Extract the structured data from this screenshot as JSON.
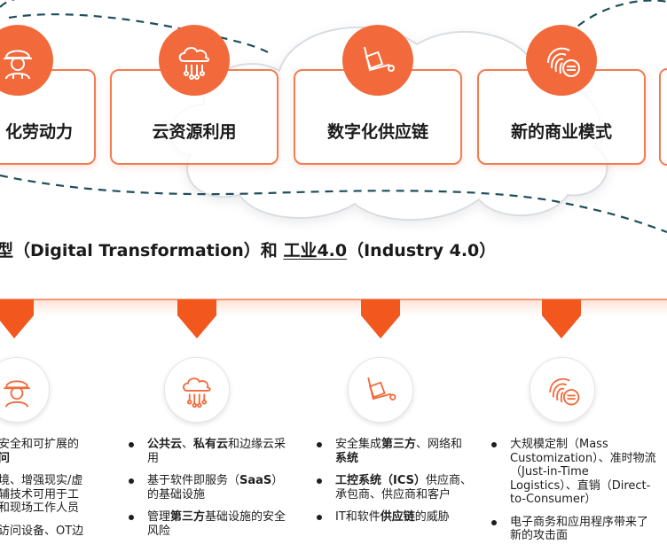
{
  "cards": [
    {
      "label": "化劳动力",
      "icon": "worker-icon"
    },
    {
      "label": "云资源利用",
      "icon": "cloud-network-icon"
    },
    {
      "label": "数字化供应链",
      "icon": "hand-truck-icon"
    },
    {
      "label": "新的商业模式",
      "icon": "fingerprint-icon"
    }
  ],
  "heading": {
    "part1": "型（Digital Transformation）和 ",
    "part2": "工业4.0",
    "part3": "（Industry 4.0）"
  },
  "columns": [
    {
      "icon": "worker-icon",
      "items": [
        {
          "segments": [
            {
              "t": "安全和可扩展的"
            },
            {
              "t": "问",
              "b": true
            }
          ],
          "dot": false
        },
        {
          "segments": [
            {
              "t": "境、增强现实/虚"
            },
            {
              "t": "辅技术可用于工"
            },
            {
              "t": "和现场工作人员"
            }
          ],
          "dot": false,
          "multiline": true
        },
        {
          "segments": [
            {
              "t": "访问设备、OT边"
            }
          ],
          "dot": false
        }
      ]
    },
    {
      "icon": "cloud-network-icon",
      "items": [
        {
          "segments": [
            {
              "t": "公共云",
              "b": true
            },
            {
              "t": "、"
            },
            {
              "t": "私有云",
              "b": true
            },
            {
              "t": "和边缘云采用"
            }
          ]
        },
        {
          "segments": [
            {
              "t": "基于软件即服务（"
            },
            {
              "t": "SaaS",
              "b": true
            },
            {
              "t": "）的基础设施"
            }
          ]
        },
        {
          "segments": [
            {
              "t": "管理"
            },
            {
              "t": "第三方",
              "b": true
            },
            {
              "t": "基础设施的安全风险"
            }
          ]
        }
      ]
    },
    {
      "icon": "hand-truck-icon",
      "items": [
        {
          "segments": [
            {
              "t": "安全集成"
            },
            {
              "t": "第三方",
              "b": true
            },
            {
              "t": "、网络和"
            },
            {
              "t": "系统",
              "b": true
            }
          ]
        },
        {
          "segments": [
            {
              "t": "工控系统（ICS）",
              "b": true
            },
            {
              "t": "供应商、承包商、供应商和客户"
            }
          ]
        },
        {
          "segments": [
            {
              "t": "IT和软件"
            },
            {
              "t": "供应链",
              "b": true
            },
            {
              "t": "的威胁"
            }
          ]
        }
      ]
    },
    {
      "icon": "fingerprint-icon",
      "items": [
        {
          "segments": [
            {
              "t": "大规模定制（Mass Customization）、准时物流（Just-in-Time Logistics）、直销（Direct-to-Consumer）"
            }
          ]
        },
        {
          "segments": [
            {
              "t": "电子商务和应用程序带来了新的攻击面"
            }
          ]
        }
      ]
    }
  ],
  "colors": {
    "accent": "#f26a3b",
    "border": "#f07c52",
    "dashed": "#1f4e5a"
  }
}
